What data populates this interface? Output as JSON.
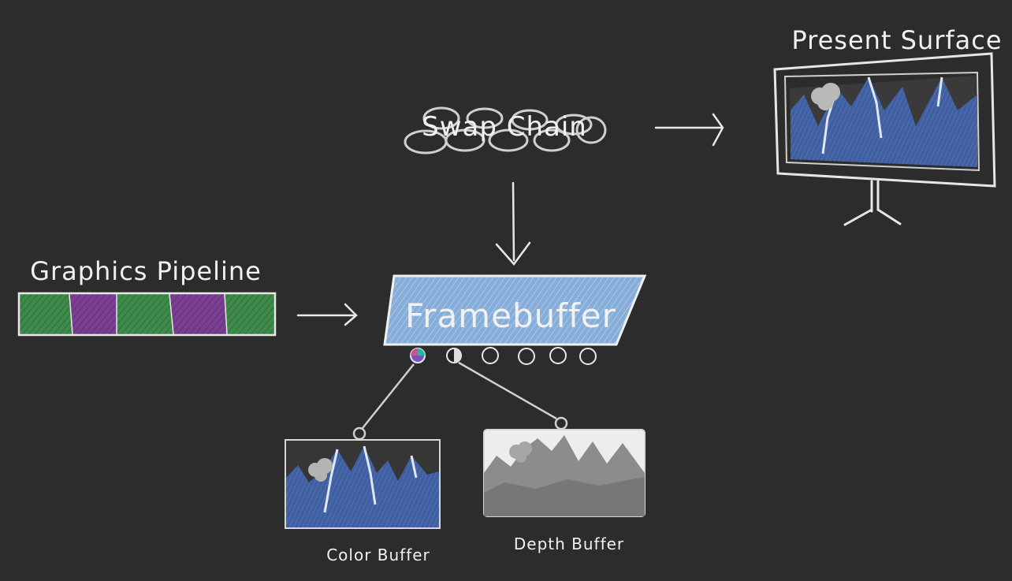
{
  "labels": {
    "present_surface": "Present Surface",
    "swap_chain": "Swap Chain",
    "graphics_pipeline": "Graphics Pipeline",
    "framebuffer": "Framebuffer",
    "color_buffer": "Color Buffer",
    "depth_buffer": "Depth Buffer"
  },
  "colors": {
    "background": "#2c2c2c",
    "chalk": "#e8e8e8",
    "pipeline_green": "#3e8a4a",
    "pipeline_purple": "#7a3f93",
    "framebuffer_fill": "#86aed8",
    "mountain_blue": "#3f5fa0",
    "depth_gray": "#8a8a8a"
  },
  "pipeline_stages": [
    "green",
    "purple",
    "green",
    "purple",
    "green"
  ],
  "icons": {
    "chain": "chain-icon",
    "monitor": "display-screen-icon",
    "attachment_slots": 6
  }
}
